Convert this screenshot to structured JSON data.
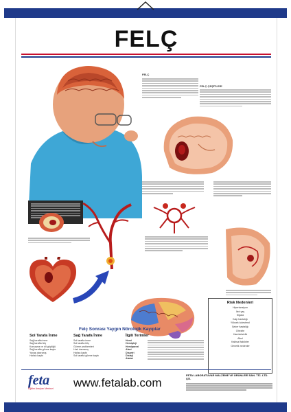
{
  "poster": {
    "title": "FELÇ",
    "url": "www.fetalab.com",
    "logo": {
      "name": "feta",
      "tagline": "Eğitim Araçları Merkezi"
    },
    "company": "FETA LABORATUVAR MALZEME VE ÜRÜNLERİ SAN. TİC. LTD. ŞTİ."
  },
  "deficits": {
    "title": "Felç Sonrası Yaygın Nörolojik Kayıplar",
    "left_col_title": "Sol Tarafa İnme",
    "right_col_title": "Sağ Tarafa İnme",
    "third_col_title": "İlgili Terimler",
    "left_items": [
      "Sağ tarafta inme",
      "Sağ tarafta felç",
      "Konuşma ve dil güçlüğü",
      "Sağ tarafta görme kaybı",
      "Yavaş davranış",
      "Hafıza kaybı"
    ],
    "right_items": [
      "Sol tarafta inme",
      "Sol tarafta felç",
      "Görme problemleri",
      "Hızlı davranış",
      "Hafıza kaybı",
      "Sol tarafta görme kaybı"
    ],
    "terms": [
      "Hemi",
      "Hemipleji",
      "Hemiparezi",
      "Afazi",
      "Disartri",
      "Disfaji",
      "Ataksi"
    ]
  },
  "risk": {
    "title": "Risk Nedenleri",
    "items": [
      "Hipertansiyon",
      "İleri yaş",
      "Sigara",
      "Kalp hastalığı",
      "Yüksek kolesterol",
      "Şeker hastalığı",
      "Obezite",
      "Hareketsizlik",
      "Alkol",
      "Kalıtsal faktörler",
      "Genetik nedenler"
    ]
  },
  "labels": {
    "stroke": "FELÇ",
    "hemorrhage": "FELÇ ÇEŞİTLERİ"
  },
  "colors": {
    "rod": "#1f3a8a",
    "accent": "#c8102e",
    "flesh": "#e07040",
    "shirt": "#3ea7d6"
  }
}
